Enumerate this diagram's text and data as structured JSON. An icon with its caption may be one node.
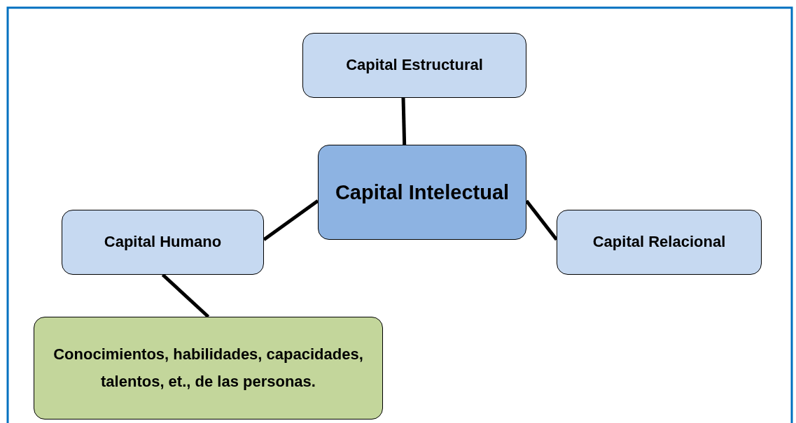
{
  "diagram": {
    "nodes": [
      {
        "text": [
          "Capital Intelectual"
        ]
      },
      {
        "text": [
          "Capital Estructural"
        ]
      },
      {
        "text": [
          "Capital Humano"
        ]
      },
      {
        "text": [
          "Capital Relacional"
        ]
      },
      {
        "text": [
          "Conocimientos, habilidades, capacidades, talentos, et., de las personas."
        ]
      }
    ],
    "edges": [
      {
        "from": 0,
        "to": 1,
        "arrow": "none"
      },
      {
        "from": 0,
        "to": 2,
        "arrow": "none"
      },
      {
        "from": 0,
        "to": 3,
        "arrow": "none"
      },
      {
        "from": 2,
        "to": 4,
        "arrow": "none"
      }
    ]
  }
}
